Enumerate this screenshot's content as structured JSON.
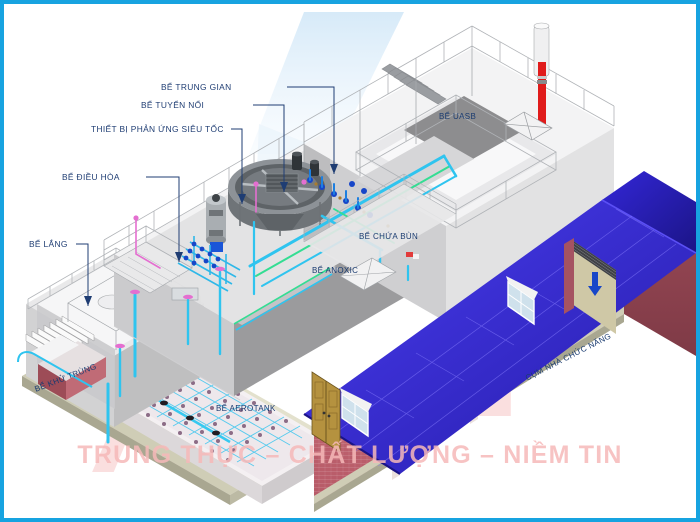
{
  "figure": {
    "kind": "isometric-3d-diagram",
    "subject": "Wastewater treatment plant layout",
    "frame_color": "#17a3e0",
    "background": "#ffffff",
    "label_color": "#1f3d73"
  },
  "callout_labels": [
    {
      "id": "be-trung-gian",
      "text": "BỂ TRUNG GIAN"
    },
    {
      "id": "be-tuyen-noi",
      "text": "BỂ TUYỂN NỔI"
    },
    {
      "id": "thiet-bi-phan-ung-sieu-toc",
      "text": "THIẾT BỊ PHẢN ỨNG SIÊU TỐC"
    },
    {
      "id": "be-dieu-hoa",
      "text": "BỂ ĐIỀU HÒA"
    },
    {
      "id": "be-lang",
      "text": "BỂ LẮNG"
    }
  ],
  "plan_labels": [
    {
      "id": "be-uasb",
      "text": "BỂ UASB"
    },
    {
      "id": "be-chua-bun",
      "text": "BỂ CHỨA BÙN"
    },
    {
      "id": "be-anoxic",
      "text": "BỂ ANOXIC"
    },
    {
      "id": "be-aerotank",
      "text": "BỂ AEROTANK"
    },
    {
      "id": "be-khu-trung",
      "text": "BỂ KHỬ TRÙNG"
    },
    {
      "id": "cum-nha-chuc-nang",
      "text": "CỤM NHÀ CHỨC NĂNG"
    }
  ],
  "watermark": {
    "tagline": "TRUNG THỰC – CHẤT LƯỢNG – NIỀM TIN",
    "mark_color": "#f7c6c6",
    "monogram_left": "A",
    "monogram_right": "T"
  },
  "palette": {
    "roof_blue": "#3327d8",
    "roof_blue_dark": "#241ba8",
    "wall_red": "#c2636e",
    "wall_red_dark": "#8e3f4c",
    "concrete_light": "#f2f2f2",
    "concrete_mid": "#d6d6d6",
    "concrete_dark": "#9a9a9a",
    "pipe_cyan": "#19c6e8",
    "pipe_green": "#2ee08a",
    "pipe_pink": "#e46fd0",
    "pipe_blue": "#1746c8",
    "steel_gray": "#b9bcc0",
    "stack_red": "#e01b1b",
    "floor_tan": "#b9b79a",
    "door_tan": "#b5923f"
  }
}
